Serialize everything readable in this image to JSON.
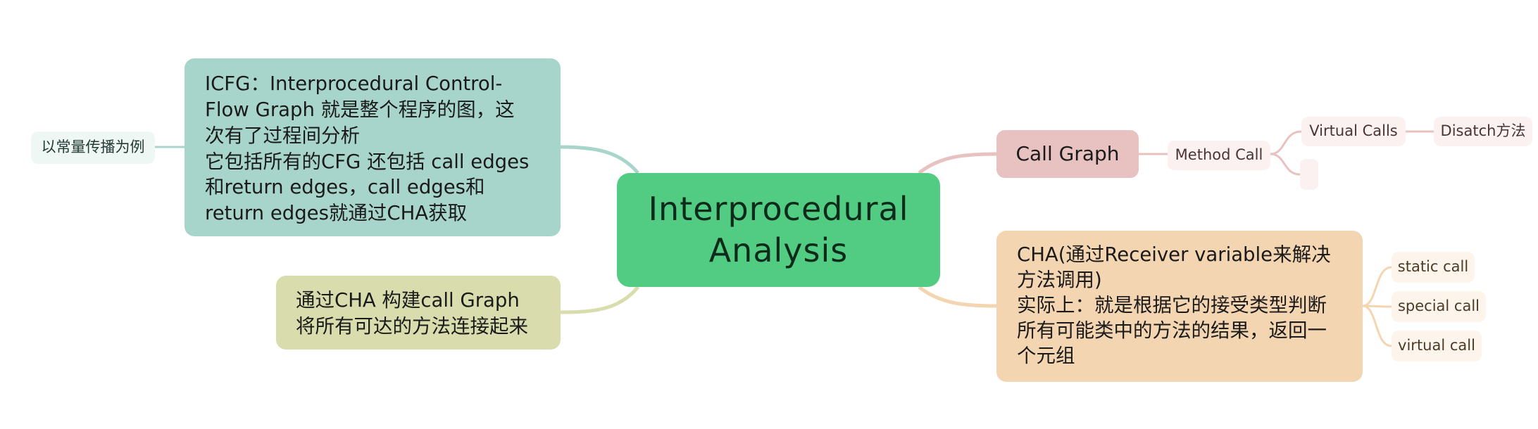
{
  "colors": {
    "root": "#52cc83",
    "icfg": "#a8d5cb",
    "build_call_graph": "#d9dcad",
    "call_graph": "#e7c2c1",
    "cha": "#f4d5b2"
  },
  "root": {
    "label": "Interprocedural\nAnalysis"
  },
  "left": {
    "icfg": {
      "text": "ICFG：Interprocedural Control-\nFlow Graph 就是整个程序的图，这\n次有了过程间分析\n它包括所有的CFG 还包括 call edges\n和return edges，call edges和\nreturn edges就通过CHA获取",
      "child": "以常量传播为例"
    },
    "build_call_graph": {
      "text": "通过CHA 构建call Graph\n将所有可达的方法连接起来"
    }
  },
  "right": {
    "call_graph": {
      "label": "Call Graph",
      "method_call": "Method Call",
      "virtual_calls": "Virtual Calls",
      "dispatch": "Disatch方法",
      "empty_child": ""
    },
    "cha": {
      "text": "CHA(通过Receiver variable来解决\n方法调用)\n实际上：就是根据它的接受类型判断\n所有可能类中的方法的结果，返回一\n个元组",
      "children": [
        "static call",
        "special call",
        "virtual call"
      ]
    }
  }
}
